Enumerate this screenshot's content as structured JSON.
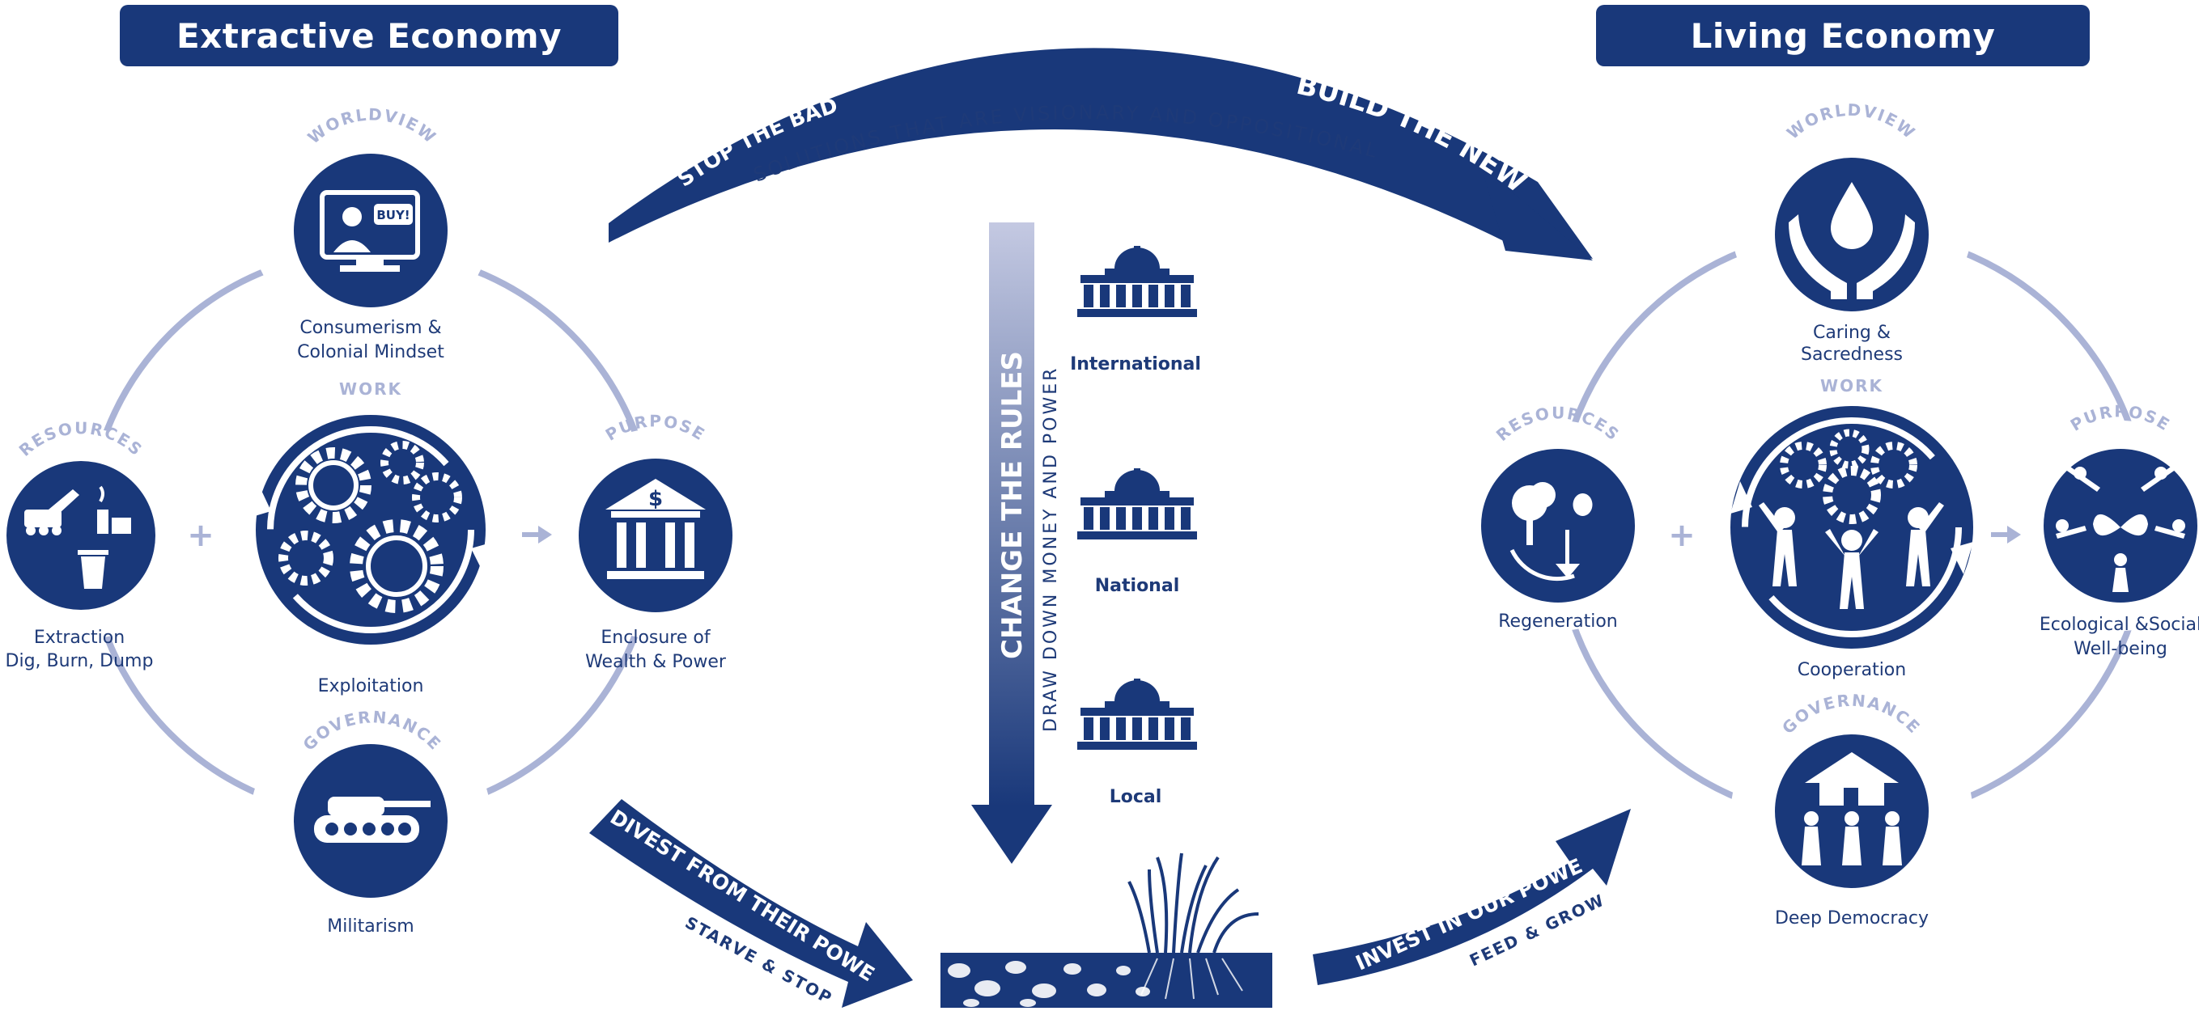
{
  "titles": {
    "left": "Extractive Economy",
    "right": "Living Economy"
  },
  "extractive": {
    "worldview": {
      "category": "WORLDVIEW",
      "label_line1": "Consumerism &",
      "label_line2": "Colonial Mindset",
      "icon": "tv-buy-icon",
      "bubble": "BUY!"
    },
    "work": {
      "category": "WORK",
      "label": "Exploitation",
      "icon": "gears-runners-icon"
    },
    "resources": {
      "category": "RESOURCES",
      "label_line1": "Extraction",
      "label_line2": "Dig, Burn, Dump",
      "icon": "excavator-factory-trash-icon"
    },
    "purpose": {
      "category": "PURPOSE",
      "label_line1": "Enclosure of",
      "label_line2": "Wealth & Power",
      "icon": "bank-dollar-icon"
    },
    "governance": {
      "category": "GOVERNANCE",
      "label": "Militarism",
      "icon": "tank-icon"
    }
  },
  "living": {
    "worldview": {
      "category": "WORLDVIEW",
      "label_line1": "Caring &",
      "label_line2": "Sacredness",
      "icon": "hands-water-drop-icon"
    },
    "work": {
      "category": "WORK",
      "label": "Cooperation",
      "icon": "gears-people-icon"
    },
    "resources": {
      "category": "RESOURCES",
      "label": "Regeneration",
      "icon": "tree-shovel-icon"
    },
    "purpose": {
      "category": "PURPOSE",
      "label_line1": "Ecological &Social",
      "label_line2": "Well-being",
      "icon": "people-butterfly-icon"
    },
    "governance": {
      "category": "GOVERNANCE",
      "label": "Deep Democracy",
      "icon": "people-lifting-house-icon"
    }
  },
  "arrows": {
    "top": {
      "stop": "STOP THE BAD",
      "build": "BUILD THE NEW",
      "solutions": "SOLUTIONS THAT ARE VISIONARY AND OPPOSITIONAL"
    },
    "divest": {
      "main": "DIVEST FROM THEIR POWER",
      "sub": "STARVE & STOP"
    },
    "invest": {
      "main": "INVEST IN OUR POWER",
      "sub": "FEED & GROW"
    },
    "rules": {
      "main": "CHANGE THE RULES",
      "sub": "DRAW DOWN MONEY AND POWER"
    }
  },
  "government": {
    "levels": [
      "International",
      "National",
      "Local"
    ],
    "icon": "capitol-building-icon"
  },
  "plus_sign": "+",
  "colors": {
    "navy": "#19387a",
    "light": "#aab3d6",
    "white": "#ffffff"
  }
}
